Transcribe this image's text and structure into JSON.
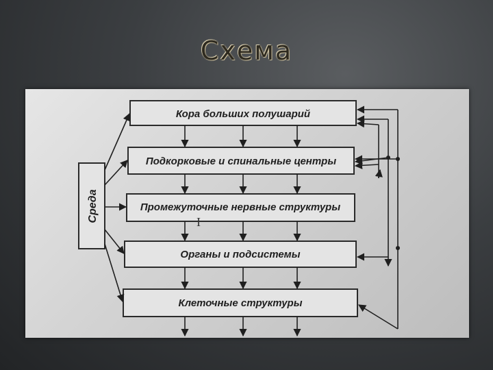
{
  "slide": {
    "title": "Схема"
  },
  "diagram": {
    "environment_label": "Среда",
    "levels": [
      {
        "label": "Кора больших полушарий"
      },
      {
        "label": "Подкорковые и спинальные центры"
      },
      {
        "label": "Промежуточные нервные структуры"
      },
      {
        "label": "Органы и подсистемы"
      },
      {
        "label": "Клеточные структуры"
      }
    ],
    "cursor_glyph": "I"
  }
}
